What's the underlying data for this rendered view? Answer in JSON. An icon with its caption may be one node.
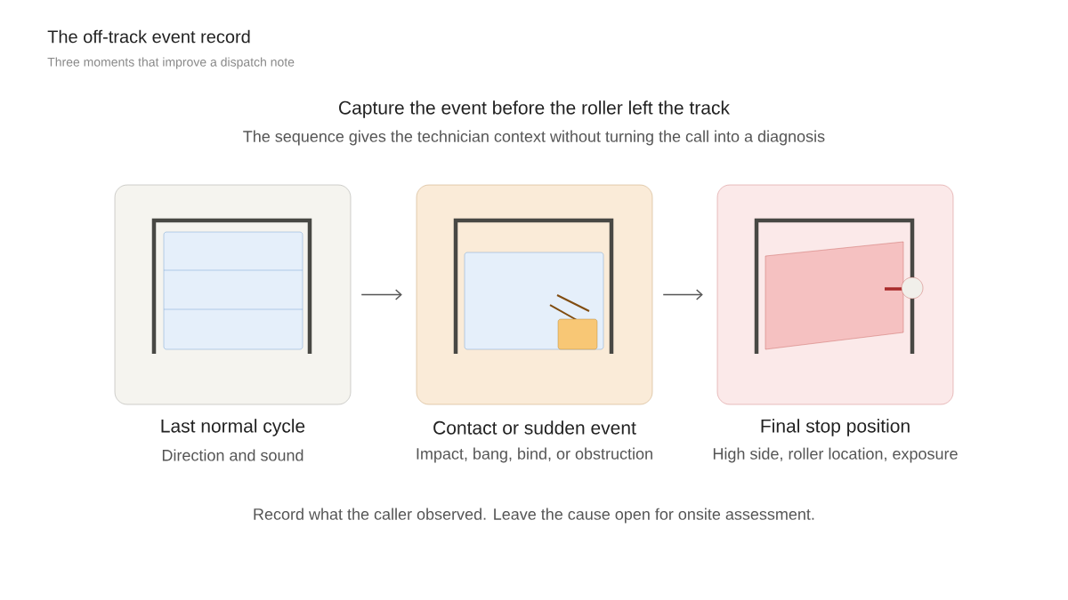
{
  "diagram": {
    "title": "The off-track event record",
    "nodes": [
      {
        "text": [
          "Last normal cycle",
          "Direction and sound"
        ]
      },
      {
        "text": [
          "Contact or sudden event",
          "Impact, bang, bind, or obstruction"
        ]
      },
      {
        "text": [
          "Final stop position",
          "High side, roller location, exposure"
        ]
      }
    ],
    "edges": [
      {
        "from": 0,
        "to": 1,
        "arrow": "to"
      },
      {
        "from": 1,
        "to": 2,
        "arrow": "to"
      }
    ],
    "labels": [
      "Three moments that improve a dispatch note",
      "Capture the event before the roller left the track",
      "The sequence gives the technician context without turning the call into a diagnosis",
      "Record what the caller observed. Leave the cause open for onsite assessment."
    ]
  }
}
